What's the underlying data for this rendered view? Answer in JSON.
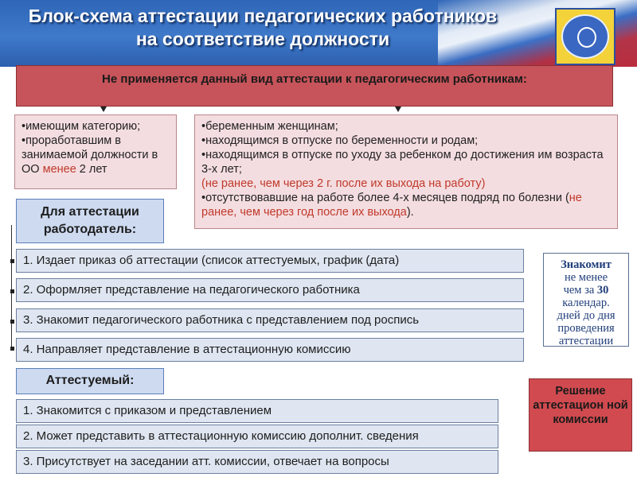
{
  "header": {
    "title_line1": "Блок-схема аттестации педагогических работников",
    "title_line2": "на соответствие должности",
    "emblem_icon": "school-emblem-icon"
  },
  "banner": {
    "text": "Не применяется данный вид аттестации к педагогическим работникам:"
  },
  "left_list": {
    "item1": "•имеющим категорию;",
    "item2": "•проработавшим в занимаемой должности в ОО",
    "item2_highlight": "менее",
    "item2_tail": "2 лет"
  },
  "right_list": {
    "item1": "•беременным женщинам;",
    "item2": "•находящимся в отпуске по беременности и родам;",
    "item3": "•находящимся в отпуске по уходу за ребенком до достижения им возраста 3-х лет;",
    "item3_note": "(не ранее, чем через 2 г. после их выхода на работу)",
    "item4": "•отсутствовавшие на работе более 4-х месяцев подряд по болезни (",
    "item4_note": "не ранее, чем через год после их выхода",
    "item4_tail": ")."
  },
  "employer": {
    "heading": "Для аттестации работодатель:",
    "steps": [
      "1. Издает приказ об аттестации (список аттестуемых, график (дата)",
      "2. Оформляет представление на педагогического работника",
      "3. Знакомит педагогического работника с представлением под роспись",
      "4. Направляет представление в аттестационную комиссию"
    ]
  },
  "note": {
    "line1": "Знакомит",
    "line2": "не менее",
    "line3": "чем за",
    "line3_num": "30",
    "line4": "календар.",
    "line5": "дней до дня",
    "line6": "проведения",
    "line7": "аттестации"
  },
  "attestee": {
    "heading": "Аттестуемый:",
    "steps": [
      "1. Знакомится с приказом и представлением",
      "2. Может представить в аттестационную комиссию дополнит. сведения",
      "3. Присутствует на заседании атт. комиссии, отвечает на вопросы"
    ]
  },
  "decision": {
    "text": "Решение аттестацион ной комиссии"
  },
  "colors": {
    "header_blue": "#2f66b8",
    "banner_red": "#c6545a",
    "pink_box": "#f4dde0",
    "blue_box": "#cddaf0",
    "bar_gray": "#dfe6f1",
    "decision_red": "#d04a4f",
    "highlight_red": "#c0392b"
  }
}
